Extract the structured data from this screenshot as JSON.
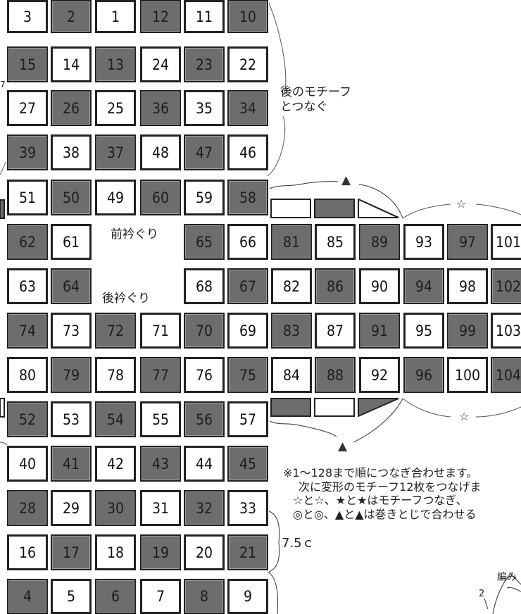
{
  "grid": {
    "rows": [
      [
        {
          "n": "3",
          "dark": false
        },
        {
          "n": "2",
          "dark": true
        },
        {
          "n": "1",
          "dark": false
        },
        {
          "n": "12",
          "dark": true
        },
        {
          "n": "11",
          "dark": false
        },
        {
          "n": "10",
          "dark": true
        }
      ],
      [
        {
          "n": "15",
          "dark": true
        },
        {
          "n": "14",
          "dark": false
        },
        {
          "n": "13",
          "dark": true
        },
        {
          "n": "24",
          "dark": false
        },
        {
          "n": "23",
          "dark": true
        },
        {
          "n": "22",
          "dark": false
        }
      ],
      [
        {
          "n": "27",
          "dark": false
        },
        {
          "n": "26",
          "dark": true
        },
        {
          "n": "25",
          "dark": false
        },
        {
          "n": "36",
          "dark": true
        },
        {
          "n": "35",
          "dark": false
        },
        {
          "n": "34",
          "dark": true
        }
      ],
      [
        {
          "n": "39",
          "dark": true
        },
        {
          "n": "38",
          "dark": false
        },
        {
          "n": "37",
          "dark": true
        },
        {
          "n": "48",
          "dark": false
        },
        {
          "n": "47",
          "dark": true
        },
        {
          "n": "46",
          "dark": false
        }
      ],
      [
        {
          "n": "51",
          "dark": false
        },
        {
          "n": "50",
          "dark": true
        },
        {
          "n": "49",
          "dark": false
        },
        {
          "n": "60",
          "dark": true
        },
        {
          "n": "59",
          "dark": false
        },
        {
          "n": "58",
          "dark": true
        }
      ],
      [
        {
          "n": "62",
          "dark": true
        },
        {
          "n": "61",
          "dark": false
        },
        null,
        null,
        {
          "n": "65",
          "dark": true
        },
        {
          "n": "66",
          "dark": false
        },
        {
          "n": "81",
          "dark": true
        },
        {
          "n": "85",
          "dark": false
        },
        {
          "n": "89",
          "dark": true
        },
        {
          "n": "93",
          "dark": false
        },
        {
          "n": "97",
          "dark": true
        },
        {
          "n": "101",
          "dark": false
        }
      ],
      [
        {
          "n": "63",
          "dark": false
        },
        {
          "n": "64",
          "dark": true
        },
        null,
        null,
        {
          "n": "68",
          "dark": false
        },
        {
          "n": "67",
          "dark": true
        },
        {
          "n": "82",
          "dark": false
        },
        {
          "n": "86",
          "dark": true
        },
        {
          "n": "90",
          "dark": false
        },
        {
          "n": "94",
          "dark": true
        },
        {
          "n": "98",
          "dark": false
        },
        {
          "n": "102",
          "dark": true
        }
      ],
      [
        {
          "n": "74",
          "dark": true
        },
        {
          "n": "73",
          "dark": false
        },
        {
          "n": "72",
          "dark": true
        },
        {
          "n": "71",
          "dark": false
        },
        {
          "n": "70",
          "dark": true
        },
        {
          "n": "69",
          "dark": false
        },
        {
          "n": "83",
          "dark": true
        },
        {
          "n": "87",
          "dark": false
        },
        {
          "n": "91",
          "dark": true
        },
        {
          "n": "95",
          "dark": false
        },
        {
          "n": "99",
          "dark": true
        },
        {
          "n": "103",
          "dark": false
        }
      ],
      [
        {
          "n": "80",
          "dark": false
        },
        {
          "n": "79",
          "dark": true
        },
        {
          "n": "78",
          "dark": false
        },
        {
          "n": "77",
          "dark": true
        },
        {
          "n": "76",
          "dark": false
        },
        {
          "n": "75",
          "dark": true
        },
        {
          "n": "84",
          "dark": false
        },
        {
          "n": "88",
          "dark": true
        },
        {
          "n": "92",
          "dark": false
        },
        {
          "n": "96",
          "dark": true
        },
        {
          "n": "100",
          "dark": false
        },
        {
          "n": "104",
          "dark": true
        }
      ],
      [
        {
          "n": "52",
          "dark": true
        },
        {
          "n": "53",
          "dark": false
        },
        {
          "n": "54",
          "dark": true
        },
        {
          "n": "55",
          "dark": false
        },
        {
          "n": "56",
          "dark": true
        },
        {
          "n": "57",
          "dark": false
        }
      ],
      [
        {
          "n": "40",
          "dark": false
        },
        {
          "n": "41",
          "dark": true
        },
        {
          "n": "42",
          "dark": false
        },
        {
          "n": "43",
          "dark": true
        },
        {
          "n": "44",
          "dark": false
        },
        {
          "n": "45",
          "dark": true
        }
      ],
      [
        {
          "n": "28",
          "dark": true
        },
        {
          "n": "29",
          "dark": false
        },
        {
          "n": "30",
          "dark": true
        },
        {
          "n": "31",
          "dark": false
        },
        {
          "n": "32",
          "dark": true
        },
        {
          "n": "33",
          "dark": false
        }
      ],
      [
        {
          "n": "16",
          "dark": false
        },
        {
          "n": "17",
          "dark": true
        },
        {
          "n": "18",
          "dark": false
        },
        {
          "n": "19",
          "dark": true
        },
        {
          "n": "20",
          "dark": false
        },
        {
          "n": "21",
          "dark": true
        }
      ],
      [
        {
          "n": "4",
          "dark": true
        },
        {
          "n": "5",
          "dark": false
        },
        {
          "n": "6",
          "dark": true
        },
        {
          "n": "7",
          "dark": false
        },
        {
          "n": "8",
          "dark": true
        },
        {
          "n": "9",
          "dark": false
        }
      ]
    ]
  },
  "labels": {
    "back_motif_line1": "後のモチーフ",
    "back_motif_line2": "とつなぐ",
    "front_neckline": "前衿ぐり",
    "back_neckline": "後衿ぐり",
    "size": "7.5ｃ",
    "edge_mark": "7",
    "knit_label": "編み",
    "step_number": "2"
  },
  "symbols": {
    "triangle": "▲",
    "star_outline": "☆"
  },
  "notes": [
    "※1〜128まで順につなぎ合わせます。",
    "次に変形のモチーフ12枚をつなげま",
    "☆と☆、★と★はモチーフつなぎ、",
    "◎と◎、▲と▲は巻きとじで合わせる"
  ],
  "colors": {
    "dark_cell": "#6d6d6d",
    "light_cell": "#ffffff",
    "line": "#222222"
  }
}
